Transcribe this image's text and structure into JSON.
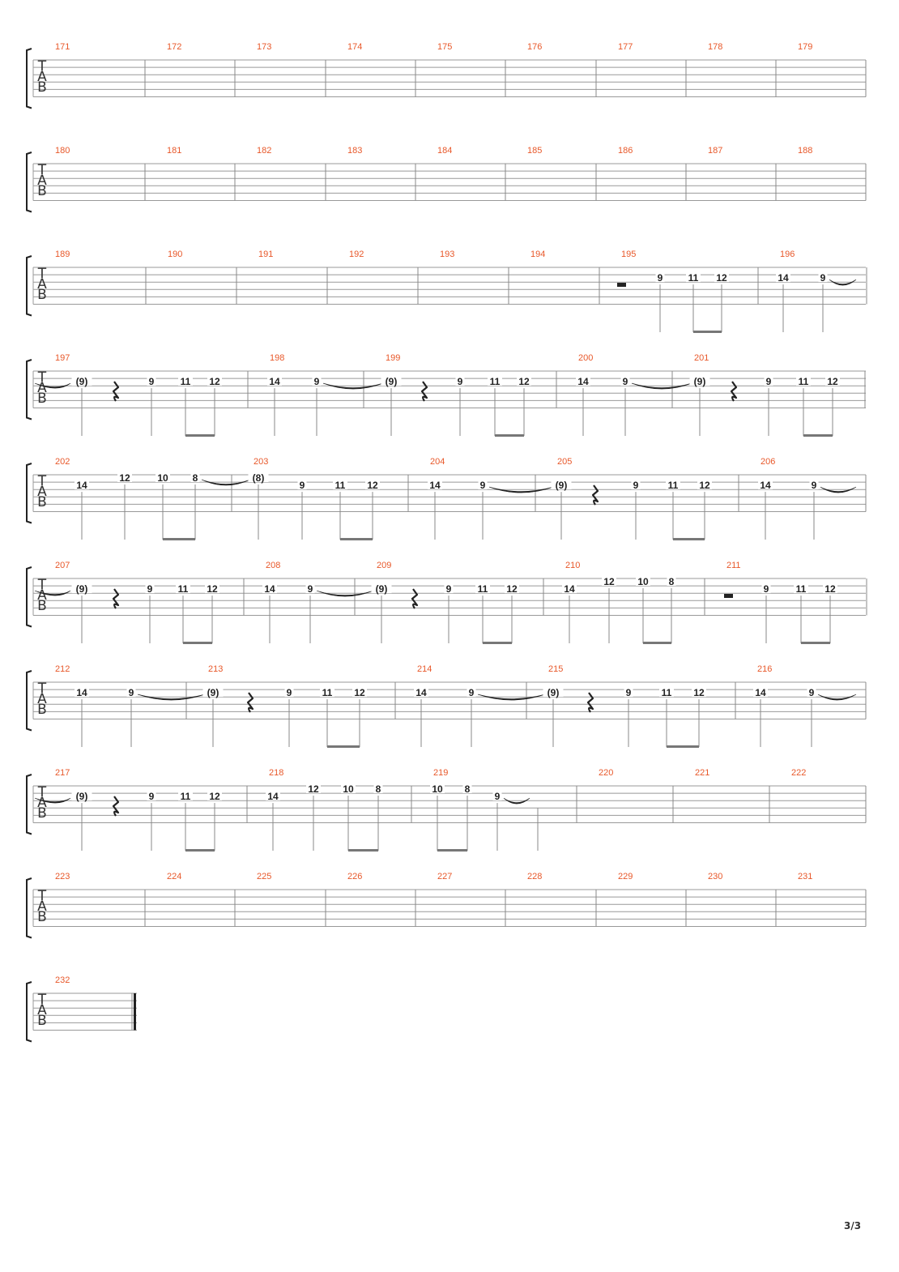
{
  "colors": {
    "measure_number": "#e8582a",
    "staff_line": "#999999",
    "ink": "#222222",
    "stem": "#888888"
  },
  "clef_label": [
    "T",
    "A",
    "B"
  ],
  "page_number": "3/3",
  "systems": [
    {
      "measures": [
        {
          "number": "171",
          "notes": []
        },
        {
          "number": "172",
          "notes": []
        },
        {
          "number": "173",
          "notes": []
        },
        {
          "number": "174",
          "notes": []
        },
        {
          "number": "175",
          "notes": []
        },
        {
          "number": "176",
          "notes": []
        },
        {
          "number": "177",
          "notes": []
        },
        {
          "number": "178",
          "notes": []
        },
        {
          "number": "179",
          "notes": []
        }
      ]
    },
    {
      "measures": [
        {
          "number": "180",
          "notes": []
        },
        {
          "number": "181",
          "notes": []
        },
        {
          "number": "182",
          "notes": []
        },
        {
          "number": "183",
          "notes": []
        },
        {
          "number": "184",
          "notes": []
        },
        {
          "number": "185",
          "notes": []
        },
        {
          "number": "186",
          "notes": []
        },
        {
          "number": "187",
          "notes": []
        },
        {
          "number": "188",
          "notes": []
        }
      ]
    },
    {
      "measures": [
        {
          "number": "189",
          "notes": []
        },
        {
          "number": "190",
          "notes": []
        },
        {
          "number": "191",
          "notes": []
        },
        {
          "number": "192",
          "notes": []
        },
        {
          "number": "193",
          "notes": []
        },
        {
          "number": "194",
          "notes": []
        },
        {
          "number": "195",
          "notes": [
            {
              "rest": "half"
            },
            {
              "fret": "9"
            },
            {
              "fret": "11",
              "beam": "start"
            },
            {
              "fret": "12",
              "beam": "end"
            }
          ]
        },
        {
          "number": "196",
          "notes": [
            {
              "fret": "14"
            },
            {
              "fret": "9",
              "tie": true
            }
          ]
        }
      ]
    },
    {
      "measures": [
        {
          "number": "197",
          "notes": [
            {
              "fret": "(9)"
            },
            {
              "rest": "quarter"
            },
            {
              "fret": "9"
            },
            {
              "fret": "11",
              "beam": "start"
            },
            {
              "fret": "12",
              "beam": "end"
            }
          ]
        },
        {
          "number": "198",
          "notes": [
            {
              "fret": "14"
            },
            {
              "fret": "9",
              "tie": true
            }
          ]
        },
        {
          "number": "199",
          "notes": [
            {
              "fret": "(9)"
            },
            {
              "rest": "quarter"
            },
            {
              "fret": "9"
            },
            {
              "fret": "11",
              "beam": "start"
            },
            {
              "fret": "12",
              "beam": "end"
            }
          ]
        },
        {
          "number": "200",
          "notes": [
            {
              "fret": "14"
            },
            {
              "fret": "9",
              "tie": true
            }
          ]
        },
        {
          "number": "201",
          "notes": [
            {
              "fret": "(9)"
            },
            {
              "rest": "quarter"
            },
            {
              "fret": "9"
            },
            {
              "fret": "11",
              "beam": "start"
            },
            {
              "fret": "12",
              "beam": "end"
            }
          ]
        }
      ]
    },
    {
      "measures": [
        {
          "number": "202",
          "notes": [
            {
              "fret": "14"
            },
            {
              "fret": "12",
              "string": 1
            },
            {
              "fret": "10",
              "string": 1,
              "beam": "start"
            },
            {
              "fret": "8",
              "string": 1,
              "beam": "end",
              "tie": true
            }
          ]
        },
        {
          "number": "203",
          "notes": [
            {
              "fret": "(8)",
              "string": 1
            },
            {
              "fret": "9"
            },
            {
              "fret": "11",
              "beam": "start"
            },
            {
              "fret": "12",
              "beam": "end"
            }
          ]
        },
        {
          "number": "204",
          "notes": [
            {
              "fret": "14"
            },
            {
              "fret": "9",
              "tie": true
            }
          ]
        },
        {
          "number": "205",
          "notes": [
            {
              "fret": "(9)"
            },
            {
              "rest": "quarter"
            },
            {
              "fret": "9"
            },
            {
              "fret": "11",
              "beam": "start"
            },
            {
              "fret": "12",
              "beam": "end"
            }
          ]
        },
        {
          "number": "206",
          "notes": [
            {
              "fret": "14"
            },
            {
              "fret": "9",
              "tie": true
            }
          ]
        }
      ]
    },
    {
      "measures": [
        {
          "number": "207",
          "notes": [
            {
              "fret": "(9)"
            },
            {
              "rest": "quarter"
            },
            {
              "fret": "9"
            },
            {
              "fret": "11",
              "beam": "start"
            },
            {
              "fret": "12",
              "beam": "end"
            }
          ]
        },
        {
          "number": "208",
          "notes": [
            {
              "fret": "14"
            },
            {
              "fret": "9",
              "tie": true
            }
          ]
        },
        {
          "number": "209",
          "notes": [
            {
              "fret": "(9)"
            },
            {
              "rest": "quarter"
            },
            {
              "fret": "9"
            },
            {
              "fret": "11",
              "beam": "start"
            },
            {
              "fret": "12",
              "beam": "end"
            }
          ]
        },
        {
          "number": "210",
          "notes": [
            {
              "fret": "14"
            },
            {
              "fret": "12",
              "string": 1
            },
            {
              "fret": "10",
              "string": 1,
              "beam": "start"
            },
            {
              "fret": "8",
              "string": 1,
              "beam": "end"
            }
          ]
        },
        {
          "number": "211",
          "notes": [
            {
              "rest": "half"
            },
            {
              "fret": "9"
            },
            {
              "fret": "11",
              "beam": "start"
            },
            {
              "fret": "12",
              "beam": "end"
            }
          ]
        }
      ]
    },
    {
      "measures": [
        {
          "number": "212",
          "notes": [
            {
              "fret": "14"
            },
            {
              "fret": "9",
              "tie": true
            }
          ]
        },
        {
          "number": "213",
          "notes": [
            {
              "fret": "(9)"
            },
            {
              "rest": "quarter"
            },
            {
              "fret": "9"
            },
            {
              "fret": "11",
              "beam": "start"
            },
            {
              "fret": "12",
              "beam": "end"
            }
          ]
        },
        {
          "number": "214",
          "notes": [
            {
              "fret": "14"
            },
            {
              "fret": "9",
              "tie": true
            }
          ]
        },
        {
          "number": "215",
          "notes": [
            {
              "fret": "(9)"
            },
            {
              "rest": "quarter"
            },
            {
              "fret": "9"
            },
            {
              "fret": "11",
              "beam": "start"
            },
            {
              "fret": "12",
              "beam": "end"
            }
          ]
        },
        {
          "number": "216",
          "notes": [
            {
              "fret": "14"
            },
            {
              "fret": "9",
              "tie": true
            }
          ]
        }
      ]
    },
    {
      "measures": [
        {
          "number": "217",
          "notes": [
            {
              "fret": "(9)"
            },
            {
              "rest": "quarter"
            },
            {
              "fret": "9"
            },
            {
              "fret": "11",
              "beam": "start"
            },
            {
              "fret": "12",
              "beam": "end"
            }
          ]
        },
        {
          "number": "218",
          "notes": [
            {
              "fret": "14"
            },
            {
              "fret": "12",
              "string": 1
            },
            {
              "fret": "10",
              "string": 1,
              "beam": "start"
            },
            {
              "fret": "8",
              "string": 1,
              "beam": "end"
            }
          ]
        },
        {
          "number": "219",
          "notes": [
            {
              "fret": "10",
              "string": 1,
              "beam": "start"
            },
            {
              "fret": "8",
              "string": 1,
              "beam": "end"
            },
            {
              "fret": "9",
              "tie": true
            },
            {
              "stem_only": true
            }
          ]
        },
        {
          "number": "220",
          "notes": []
        },
        {
          "number": "221",
          "notes": []
        },
        {
          "number": "222",
          "notes": []
        }
      ]
    },
    {
      "measures": [
        {
          "number": "223",
          "notes": []
        },
        {
          "number": "224",
          "notes": []
        },
        {
          "number": "225",
          "notes": []
        },
        {
          "number": "226",
          "notes": []
        },
        {
          "number": "227",
          "notes": []
        },
        {
          "number": "228",
          "notes": []
        },
        {
          "number": "229",
          "notes": []
        },
        {
          "number": "230",
          "notes": []
        },
        {
          "number": "231",
          "notes": []
        }
      ]
    },
    {
      "final": true,
      "measures": [
        {
          "number": "232",
          "notes": []
        }
      ]
    }
  ]
}
